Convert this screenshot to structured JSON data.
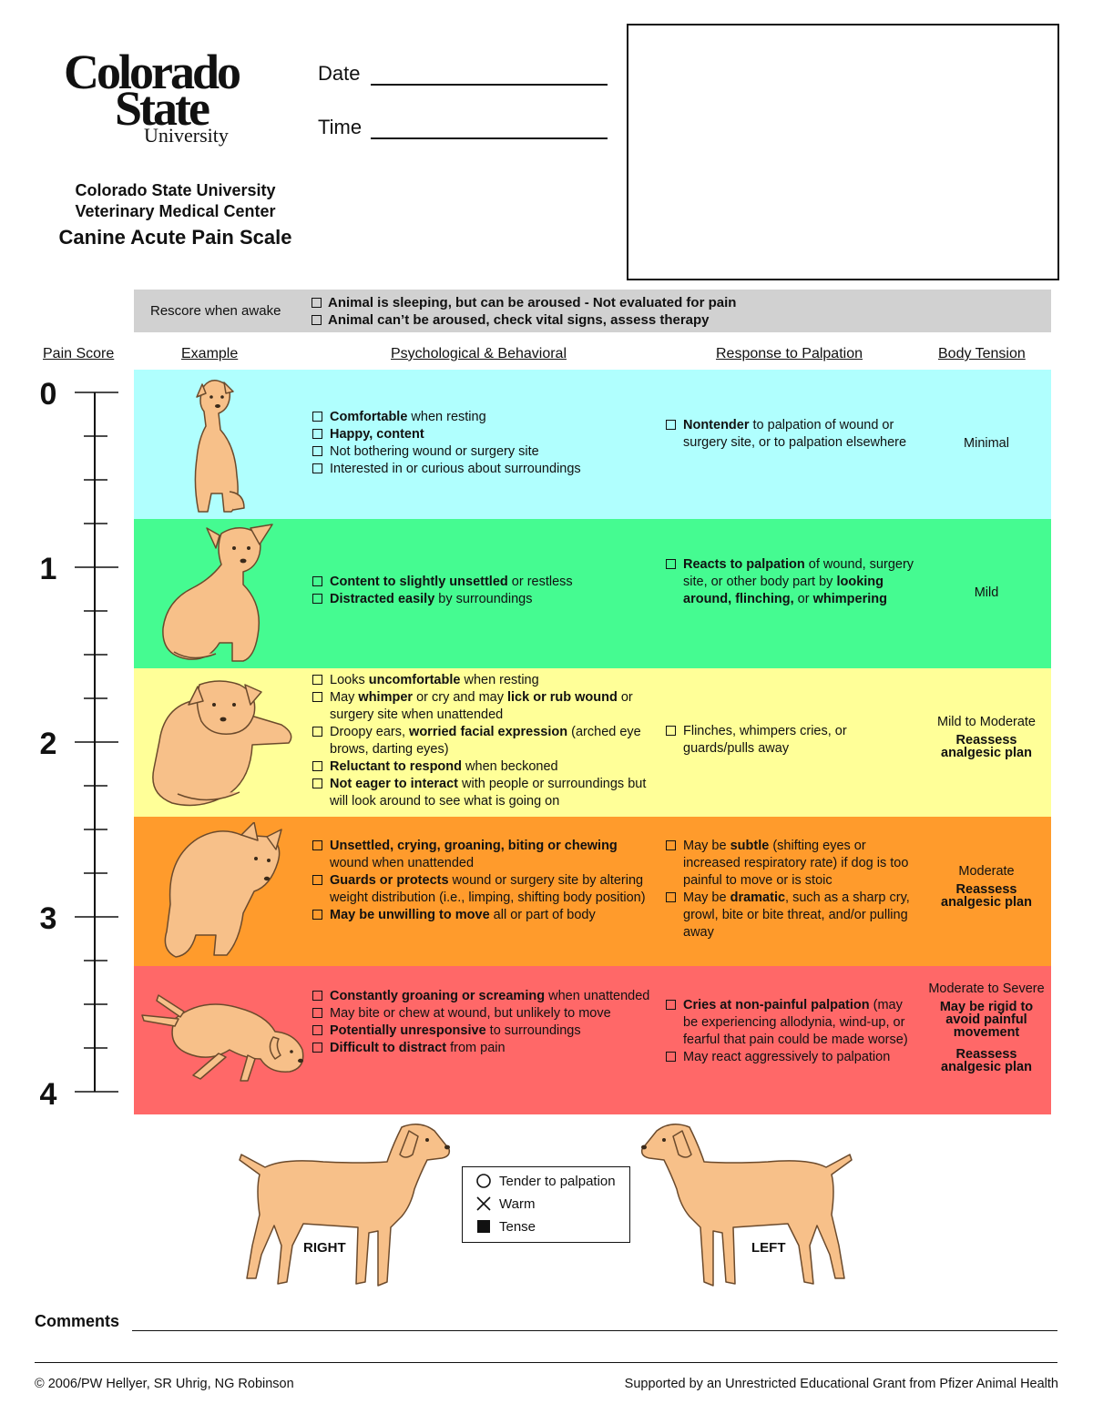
{
  "logo": {
    "line1": "Colorado",
    "line2": "State",
    "line3": "University"
  },
  "header": {
    "institution": "Colorado State University",
    "center": "Veterinary Medical Center",
    "title": "Canine Acute Pain Scale",
    "date_label": "Date",
    "time_label": "Time"
  },
  "rescore": {
    "label": "Rescore when awake",
    "options": [
      "Animal is sleeping, but can be aroused - Not evaluated for pain",
      "Animal can’t be aroused, check vital signs, assess therapy"
    ]
  },
  "columns": {
    "score": "Pain Score",
    "example": "Example",
    "psych": "Psychological & Behavioral",
    "palpation": "Response to Palpation",
    "tension": "Body Tension"
  },
  "scores": [
    "0",
    "1",
    "2",
    "3",
    "4"
  ],
  "colors": {
    "row0": "#b0fffe",
    "row1": "#45fb91",
    "row2": "#ffff98",
    "row3": "#ff9b2c",
    "row4": "#ff6868",
    "dog_fill": "#f7c089",
    "dog_stroke": "#6b4a2c",
    "rescore_bg": "#d1d1d1"
  },
  "rows": [
    {
      "icon": "comfortable-dog-icon",
      "psych": [
        [
          {
            "t": "Comfortable",
            "b": true
          },
          {
            "t": " when resting",
            "b": false
          }
        ],
        [
          {
            "t": "Happy, content",
            "b": true
          }
        ],
        [
          {
            "t": "Not bothering wound or surgery site",
            "b": false
          }
        ],
        [
          {
            "t": "Interested in or curious about surroundings",
            "b": false
          }
        ]
      ],
      "palpation": [
        [
          {
            "t": "Nontender",
            "b": true
          },
          {
            "t": " to palpation of wound or surgery site, or to palpation elsewhere",
            "b": false
          }
        ]
      ],
      "tension": [
        {
          "t": "Minimal",
          "b": false
        }
      ]
    },
    {
      "icon": "sitting-dog-icon",
      "psych": [
        [
          {
            "t": "Content to slightly unsettled",
            "b": true
          },
          {
            "t": " or restless",
            "b": false
          }
        ],
        [
          {
            "t": "Distracted easily",
            "b": true
          },
          {
            "t": " by surroundings",
            "b": false
          }
        ]
      ],
      "palpation": [
        [
          {
            "t": "Reacts to palpation",
            "b": true
          },
          {
            "t": " of wound, surgery site, or other body part by ",
            "b": false
          },
          {
            "t": "looking around, flinching,",
            "b": true
          },
          {
            "t": " or ",
            "b": false
          },
          {
            "t": "whimpering",
            "b": true
          }
        ]
      ],
      "tension": [
        {
          "t": "Mild",
          "b": false
        }
      ]
    },
    {
      "icon": "curled-dog-icon",
      "psych": [
        [
          {
            "t": "Looks ",
            "b": false
          },
          {
            "t": "uncomfortable",
            "b": true
          },
          {
            "t": " when resting",
            "b": false
          }
        ],
        [
          {
            "t": "May ",
            "b": false
          },
          {
            "t": "whimper",
            "b": true
          },
          {
            "t": " or cry and may ",
            "b": false
          },
          {
            "t": "lick or rub wound",
            "b": true
          },
          {
            "t": " or surgery site when unattended",
            "b": false
          }
        ],
        [
          {
            "t": "Droopy ears, ",
            "b": false
          },
          {
            "t": "worried facial expression",
            "b": true
          },
          {
            "t": " (arched eye brows, darting eyes)",
            "b": false
          }
        ],
        [
          {
            "t": "Reluctant to respond",
            "b": true
          },
          {
            "t": " when beckoned",
            "b": false
          }
        ],
        [
          {
            "t": "Not eager to interact",
            "b": true
          },
          {
            "t": " with people or surroundings but will look around to see what is going on",
            "b": false
          }
        ]
      ],
      "palpation": [
        [
          {
            "t": "Flinches, whimpers cries, or guards/pulls away",
            "b": false
          }
        ]
      ],
      "tension": [
        {
          "t": "Mild to Moderate",
          "b": false
        },
        {
          "t": "Reassess analgesic plan",
          "b": true
        }
      ]
    },
    {
      "icon": "hunched-dog-icon",
      "psych": [
        [
          {
            "t": "Unsettled, crying, groaning, biting or chewing",
            "b": true
          },
          {
            "t": " wound when unattended",
            "b": false
          }
        ],
        [
          {
            "t": "Guards or protects",
            "b": true
          },
          {
            "t": " wound or surgery site by altering weight distribution (i.e., limping, shifting body position)",
            "b": false
          }
        ],
        [
          {
            "t": "May be unwilling to move",
            "b": true
          },
          {
            "t": " all or part of body",
            "b": false
          }
        ]
      ],
      "palpation": [
        [
          {
            "t": "May be ",
            "b": false
          },
          {
            "t": "subtle",
            "b": true
          },
          {
            "t": " (shifting eyes or increased respiratory rate) if dog is too painful to move or is stoic",
            "b": false
          }
        ],
        [
          {
            "t": "May be ",
            "b": false
          },
          {
            "t": "dramatic",
            "b": true
          },
          {
            "t": ", such as a sharp cry, growl, bite or bite threat, and/or pulling away",
            "b": false
          }
        ]
      ],
      "tension": [
        {
          "t": "Moderate",
          "b": false
        },
        {
          "t": "Reassess analgesic plan",
          "b": true
        }
      ]
    },
    {
      "icon": "lying-dog-icon",
      "psych": [
        [
          {
            "t": "Constantly groaning or screaming",
            "b": true
          },
          {
            "t": " when unattended",
            "b": false
          }
        ],
        [
          {
            "t": "May bite or chew at wound, but unlikely to move",
            "b": false
          }
        ],
        [
          {
            "t": "Potentially unresponsive",
            "b": true
          },
          {
            "t": " to surroundings",
            "b": false
          }
        ],
        [
          {
            "t": "Difficult to distract",
            "b": true
          },
          {
            "t": " from pain",
            "b": false
          }
        ]
      ],
      "palpation": [
        [
          {
            "t": "Cries at non-painful palpation",
            "b": true
          },
          {
            "t": " (may be experiencing allodynia, wind-up, or fearful that pain could be made worse)",
            "b": false
          }
        ],
        [
          {
            "t": "May react aggressively to palpation",
            "b": false
          }
        ]
      ],
      "tension": [
        {
          "t": "Moderate to Severe",
          "b": false
        },
        {
          "t": "May be rigid to avoid painful movement",
          "b": true
        },
        {
          "t": "Reassess analgesic plan",
          "b": true
        }
      ]
    }
  ],
  "legend": {
    "items": [
      {
        "icon": "circle-icon",
        "label": "Tender to palpation"
      },
      {
        "icon": "x-icon",
        "label": "Warm"
      },
      {
        "icon": "filled-square-icon",
        "label": "Tense"
      }
    ]
  },
  "body_map": {
    "right_label": "RIGHT",
    "left_label": "LEFT"
  },
  "footer": {
    "comments_label": "Comments",
    "copyright": "© 2006/PW Hellyer, SR Uhrig, NG Robinson",
    "support": "Supported by an Unrestricted Educational Grant from Pfizer Animal Health"
  }
}
